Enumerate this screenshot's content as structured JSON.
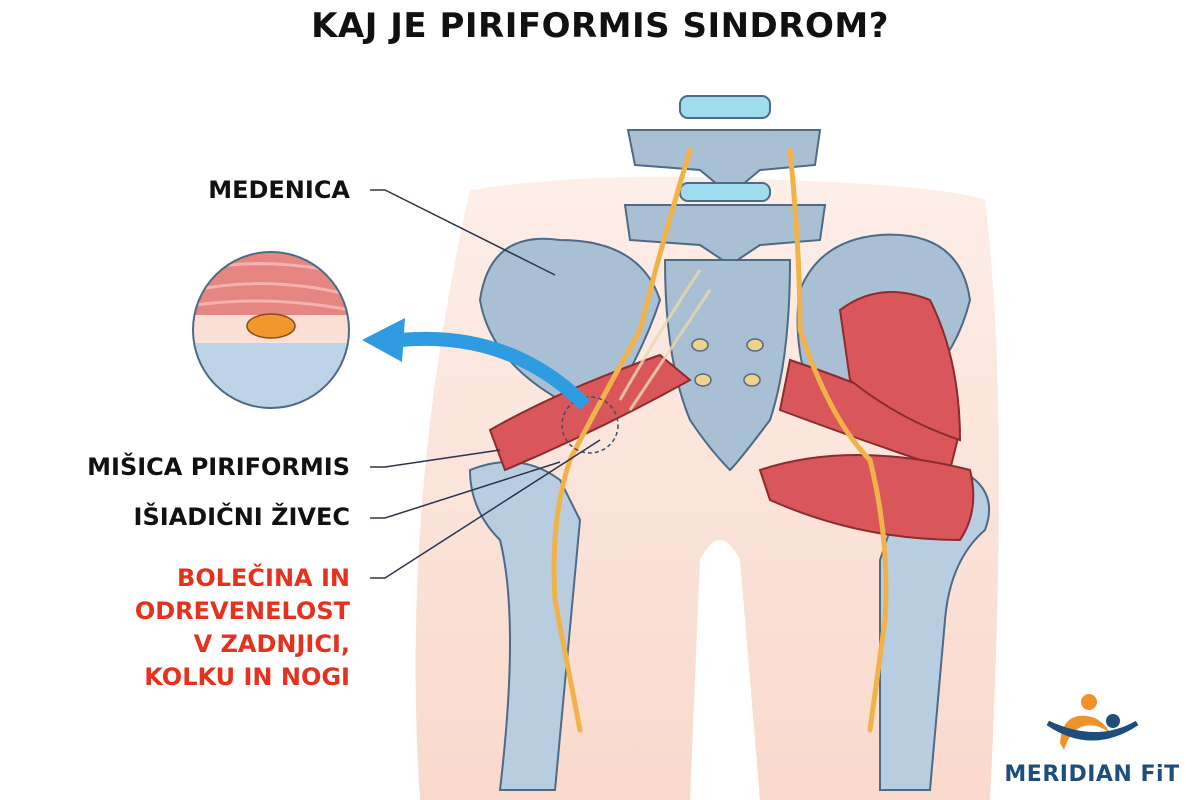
{
  "title": "KAJ JE PIRIFORMIS SINDROM?",
  "labels": {
    "pelvis": "MEDENICA",
    "piriformis_muscle": "MIŠICA PIRIFORMIS",
    "sciatic_nerve": "IŠIADIČNI ŽIVEC",
    "symptoms": [
      "BOLEČINA IN",
      "ODREVENELOST",
      "V ZADNJICI,",
      "KOLKU IN NOGI"
    ]
  },
  "logo": {
    "text": "MERIDIAN FiT"
  },
  "colors": {
    "symptom_text": "#e3321e",
    "bone": "#a9bfd3",
    "muscle": "#d9575a",
    "nerve": "#f2b24a",
    "arrow": "#2f9be0",
    "logo_blue": "#1e4f7c",
    "logo_orange": "#f0922b"
  }
}
